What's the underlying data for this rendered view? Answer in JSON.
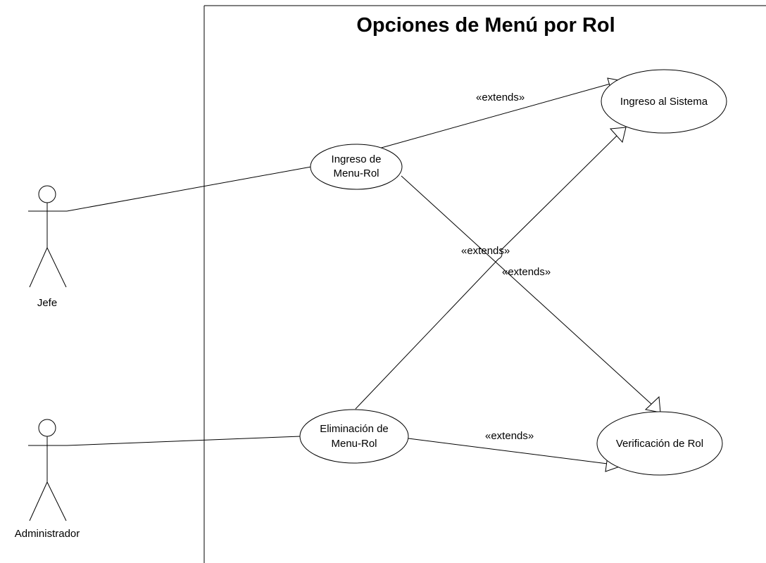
{
  "diagram": {
    "title": "Opciones de Menú por Rol",
    "actors": {
      "jefe": "Jefe",
      "administrador": "Administrador"
    },
    "use_cases": {
      "ingreso_menu_rol": {
        "line1": "Ingreso de",
        "line2": "Menu-Rol"
      },
      "eliminacion_menu_rol": {
        "line1": "Eliminación  de",
        "line2": "Menu-Rol"
      },
      "ingreso_sistema": {
        "line1": "Ingreso al Sistema"
      },
      "verificacion_rol": {
        "line1": "Verificación de Rol"
      }
    },
    "relations": {
      "ingreso_to_sistema": "«extends»",
      "eliminacion_to_sistema": "«extends»",
      "ingreso_to_verificacion": "«extends»",
      "eliminacion_to_verificacion": "«extends»"
    }
  }
}
